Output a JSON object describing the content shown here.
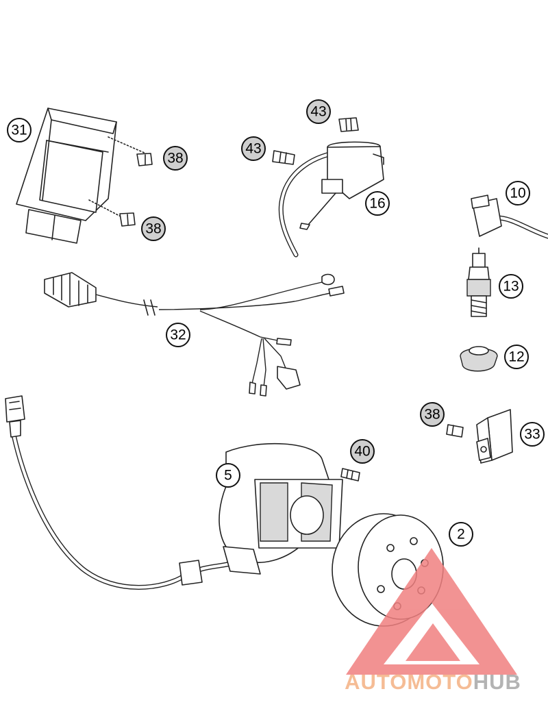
{
  "callouts": [
    {
      "id": "31",
      "label": "31",
      "shaded": false
    },
    {
      "id": "38a",
      "label": "38",
      "shaded": true
    },
    {
      "id": "38b",
      "label": "38",
      "shaded": true
    },
    {
      "id": "43a",
      "label": "43",
      "shaded": true
    },
    {
      "id": "43b",
      "label": "43",
      "shaded": true
    },
    {
      "id": "16",
      "label": "16",
      "shaded": false
    },
    {
      "id": "10",
      "label": "10",
      "shaded": false
    },
    {
      "id": "13",
      "label": "13",
      "shaded": false
    },
    {
      "id": "12",
      "label": "12",
      "shaded": false
    },
    {
      "id": "32",
      "label": "32",
      "shaded": false
    },
    {
      "id": "38c",
      "label": "38",
      "shaded": true
    },
    {
      "id": "33",
      "label": "33",
      "shaded": false
    },
    {
      "id": "40",
      "label": "40",
      "shaded": true
    },
    {
      "id": "5",
      "label": "5",
      "shaded": false
    },
    {
      "id": "2",
      "label": "2",
      "shaded": false
    }
  ],
  "watermark": {
    "part1": "AUTOMOTO",
    "part2": "HUB",
    "color_part1": "#f4b183",
    "color_part2": "#a6a6a6",
    "triangle_color": "#f08080"
  },
  "colors": {
    "line": "#222222",
    "shaded_callout": "#cfcfcf"
  }
}
